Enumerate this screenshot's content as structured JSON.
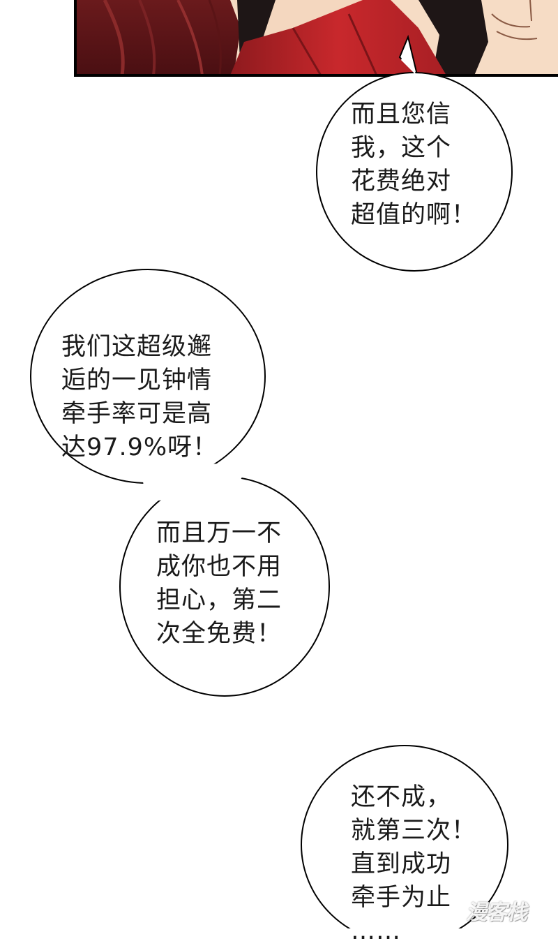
{
  "panel": {
    "description_colors": {
      "robe_red": "#c0262a",
      "hair_dark_red": "#5a1418",
      "skin": "#f4d7bf",
      "hair_black": "#1a1414"
    }
  },
  "bubbles": [
    {
      "lines": [
        "而且您信",
        "我，这个",
        "花费绝对",
        "超值的啊！"
      ]
    },
    {
      "lines": [
        "我们这超级邂",
        "逅的一见钟情",
        "牵手率可是高",
        "达97.9%呀！"
      ]
    },
    {
      "lines": [
        "而且万一不",
        "成你也不用",
        "担心，第二",
        "次全免费！"
      ]
    },
    {
      "lines": [
        "还不成，",
        "就第三次！",
        "直到成功",
        "牵手为止",
        "……"
      ]
    }
  ],
  "watermark": {
    "text": "漫客栈"
  }
}
